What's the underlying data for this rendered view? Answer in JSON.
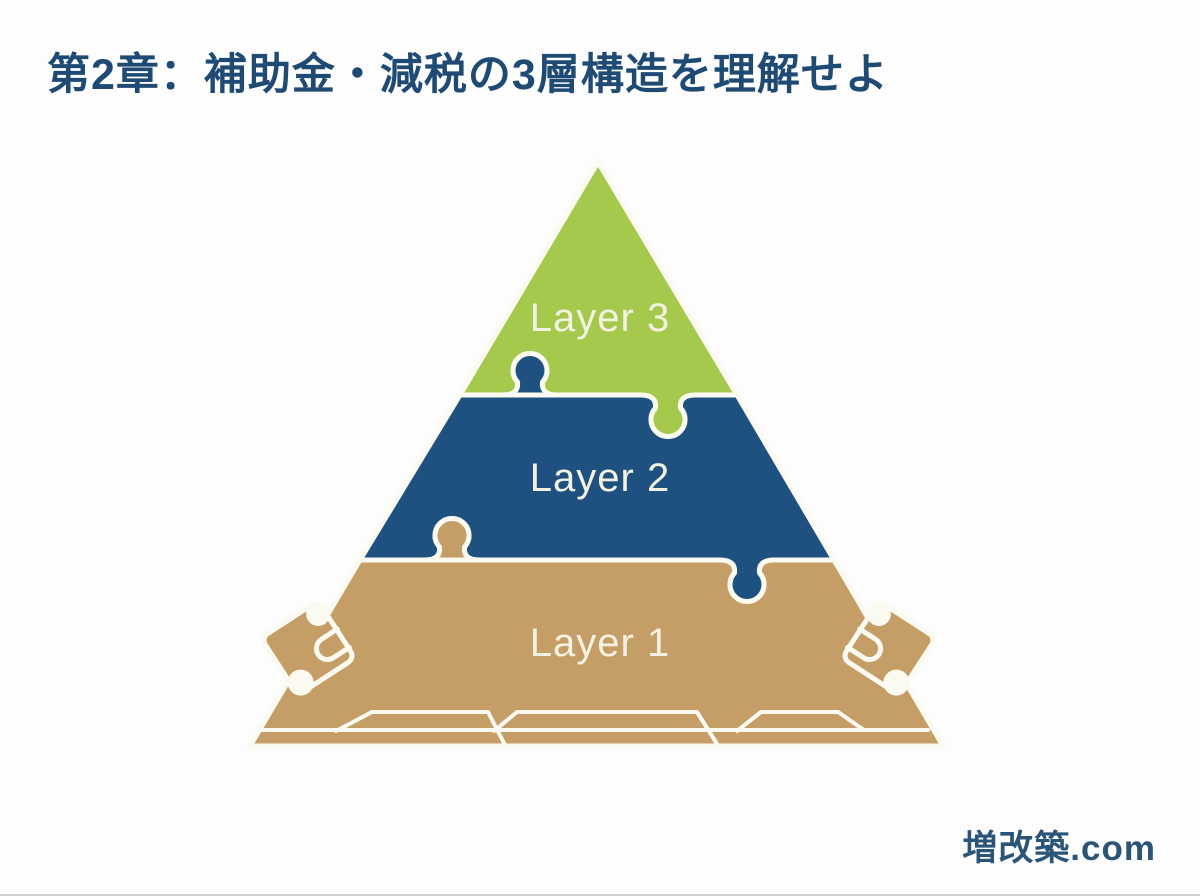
{
  "page": {
    "title": "第2章：補助金・減税の3層構造を理解せよ",
    "title_color": "#1e4a73",
    "watermark": "増改築.com",
    "watermark_color": "#2a5578",
    "background": "#fdfdfd"
  },
  "diagram": {
    "type": "pyramid-puzzle",
    "description": "Three-layer pyramid made of interlocking puzzle pieces with two loose puzzle pieces attaching to the sides of the base layer",
    "seam_color": "#fbfaf1",
    "label_color": "#f3f2e2",
    "layers": [
      {
        "label": "Layer 3",
        "position": "top",
        "color": "#a4c94d"
      },
      {
        "label": "Layer 2",
        "position": "middle",
        "color": "#1f5180"
      },
      {
        "label": "Layer 1",
        "position": "bottom",
        "color": "#c59d67"
      }
    ]
  }
}
